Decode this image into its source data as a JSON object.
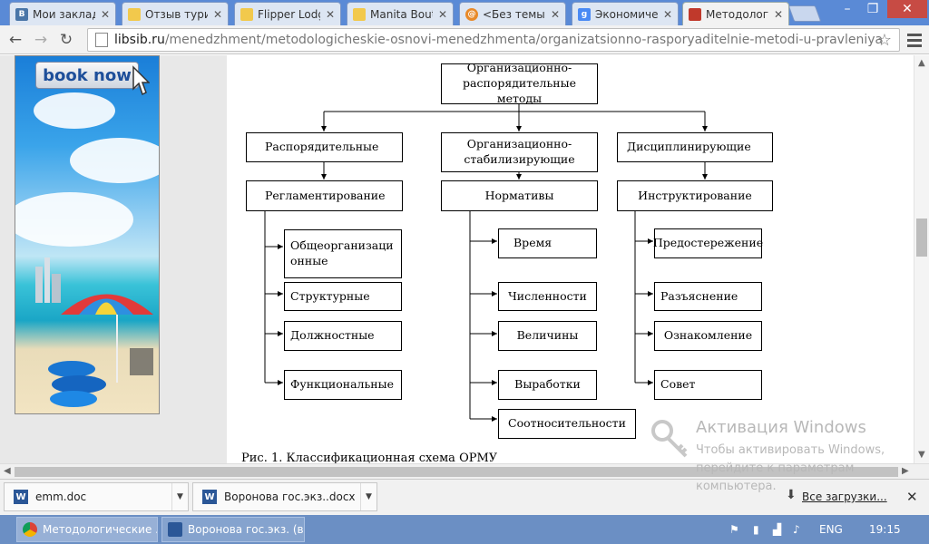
{
  "browser": {
    "tabs": [
      {
        "title": "Мои закладки",
        "icon": "vk-icon",
        "color": "#4a76a8"
      },
      {
        "title": "Отзыв туристов",
        "icon": "doc-icon",
        "color": "#f2c94c"
      },
      {
        "title": "Flipper Lodge",
        "icon": "doc-icon",
        "color": "#f2c94c"
      },
      {
        "title": "Manita Boutique",
        "icon": "doc-icon",
        "color": "#f2c94c"
      },
      {
        "title": "<Без темы>",
        "icon": "mail-icon",
        "color": "#e88a2a"
      },
      {
        "title": "Экономическое",
        "icon": "google-icon",
        "color": "#4a8af4"
      },
      {
        "title": "Методология",
        "icon": "site-icon",
        "color": "#c0392b"
      }
    ],
    "window_buttons": {
      "minimize": "–",
      "maximize": "❐",
      "close": "✕"
    },
    "url": {
      "host": "libsib.ru",
      "path": "/menedzhment/metodologicheskie-osnovi-menedzhmenta/organizatsionno-rasporyaditelnie-metodi-u-pravleniya"
    }
  },
  "ad": {
    "button_label": "book now"
  },
  "diagram": {
    "root": "Организационно-распорядительные методы",
    "branches": [
      {
        "title": "Распорядительные",
        "child": "Регламентирование",
        "leaves": [
          "Общеорганизационные",
          "Структурные",
          "Должностные",
          "Функциональные"
        ]
      },
      {
        "title": "Организационно-стабилизирующие",
        "child": "Нормативы",
        "leaves": [
          "Время",
          "Численности",
          "Величины",
          "Выработки",
          "Соотносительности"
        ]
      },
      {
        "title": "Дисциплинирующие",
        "child": "Инструктирование",
        "leaves": [
          "Предостережение",
          "Разъяснение",
          "Ознакомление",
          "Совет"
        ]
      }
    ],
    "caption": "Рис. 1. Классификационная схема ОРМУ"
  },
  "watermark": {
    "title": "Активация Windows",
    "text": "Чтобы активировать Windows, перейдите к параметрам компьютера."
  },
  "downloads": {
    "items": [
      "emm.doc",
      "Воронова гос.экз..docx"
    ],
    "show_all": "Все загрузки...",
    "close": "✕"
  },
  "taskbar": {
    "tasks": [
      "Методологические ...",
      "Воронова гос.экз. (в..."
    ],
    "language": "ENG",
    "time": "19:15"
  },
  "colors": {
    "taskbar": "#6b8fc4",
    "tabstrip": "#5a8ad6",
    "close_button": "#c74b44"
  }
}
